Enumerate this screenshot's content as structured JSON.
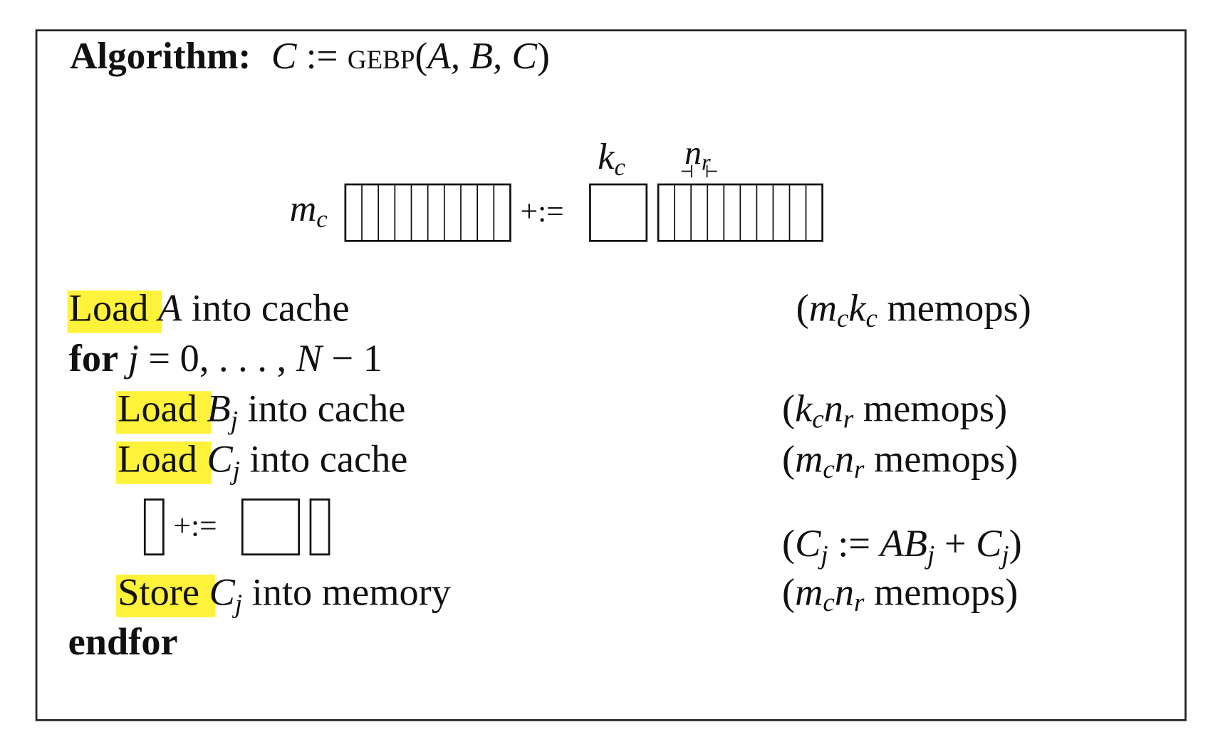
{
  "highlight_color": "#fff23a",
  "title": {
    "label": "Algorithm:",
    "lhs": "C",
    "assign": " := ",
    "func": "gebp",
    "open": "(",
    "args": "A, B, C",
    "close": ")"
  },
  "diagram": {
    "m": "m",
    "m_sub": "c",
    "k": "k",
    "k_sub": "c",
    "n": "n",
    "n_sub": "r",
    "op": "+:=",
    "columns": 10
  },
  "steps": {
    "load_a": {
      "kw": "Load",
      "var": "A",
      "rest": " into cache",
      "cost_open": "(",
      "c1": "m",
      "c1s": "c",
      "c2": "k",
      "c2s": "c",
      "cost_rest": " memops)"
    },
    "for": {
      "kw": "for",
      "var": " j",
      "rest": " = 0, . . . , ",
      "N": "N",
      "tail": " − 1"
    },
    "load_b": {
      "kw": "Load",
      "var": "B",
      "sub": "j",
      "rest": " into cache",
      "cost_open": "(",
      "c1": "k",
      "c1s": "c",
      "c2": "n",
      "c2s": "r",
      "cost_rest": " memops)"
    },
    "load_c": {
      "kw": "Load",
      "var": "C",
      "sub": "j",
      "rest": " into cache",
      "cost_open": "(",
      "c1": "m",
      "c1s": "c",
      "c2": "n",
      "c2s": "r",
      "cost_rest": " memops)"
    },
    "compute": {
      "op": "+:=",
      "open": "(",
      "c": "C",
      "j": "j",
      "assign": " := ",
      "ab": "AB",
      "plus": " + ",
      "close": ")"
    },
    "store_c": {
      "kw": "Store",
      "var": "C",
      "sub": "j",
      "rest": " into memory",
      "cost_open": "(",
      "c1": "m",
      "c1s": "c",
      "c2": "n",
      "c2s": "r",
      "cost_rest": " memops)"
    },
    "endfor": "endfor"
  }
}
